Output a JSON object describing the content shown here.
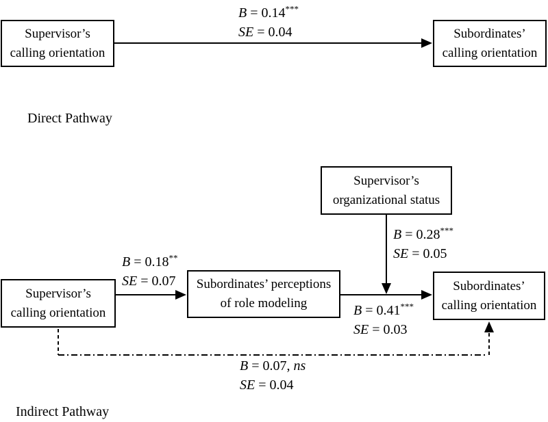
{
  "figure": {
    "direct": {
      "caption": "Direct Pathway",
      "supervisor_box": {
        "line1": "Supervisor’s",
        "line2": "calling orientation"
      },
      "subordinate_box": {
        "line1": "Subordinates’",
        "line2": "calling orientation"
      },
      "path": {
        "b_var": "B",
        "b_eq": " = 0.14",
        "b_stars": "***",
        "se_var": "SE",
        "se_eq": " = 0.04"
      }
    },
    "indirect": {
      "caption": "Indirect Pathway",
      "supervisor_box": {
        "line1": "Supervisor’s",
        "line2": "calling orientation"
      },
      "moderator_box": {
        "line1": "Supervisor’s",
        "line2": "organizational status"
      },
      "mediator_box": {
        "line1": "Subordinates’ perceptions",
        "line2": "of role modeling"
      },
      "subordinate_box": {
        "line1": "Subordinates’",
        "line2": "calling orientation"
      },
      "path_a": {
        "b_var": "B",
        "b_eq": " = 0.18",
        "b_stars": "**",
        "se_var": "SE",
        "se_eq": " = 0.07"
      },
      "path_moderation": {
        "b_var": "B",
        "b_eq": " = 0.28",
        "b_stars": "***",
        "se_var": "SE",
        "se_eq": " = 0.05"
      },
      "path_b": {
        "b_var": "B",
        "b_eq": " = 0.41",
        "b_stars": "***",
        "se_var": "SE",
        "se_eq": " = 0.03"
      },
      "path_direct": {
        "b_var": "B",
        "b_eq": " = 0.07, ",
        "b_suffix": "ns",
        "se_var": "SE",
        "se_eq": " = 0.04"
      }
    },
    "line_color": "#000000"
  }
}
